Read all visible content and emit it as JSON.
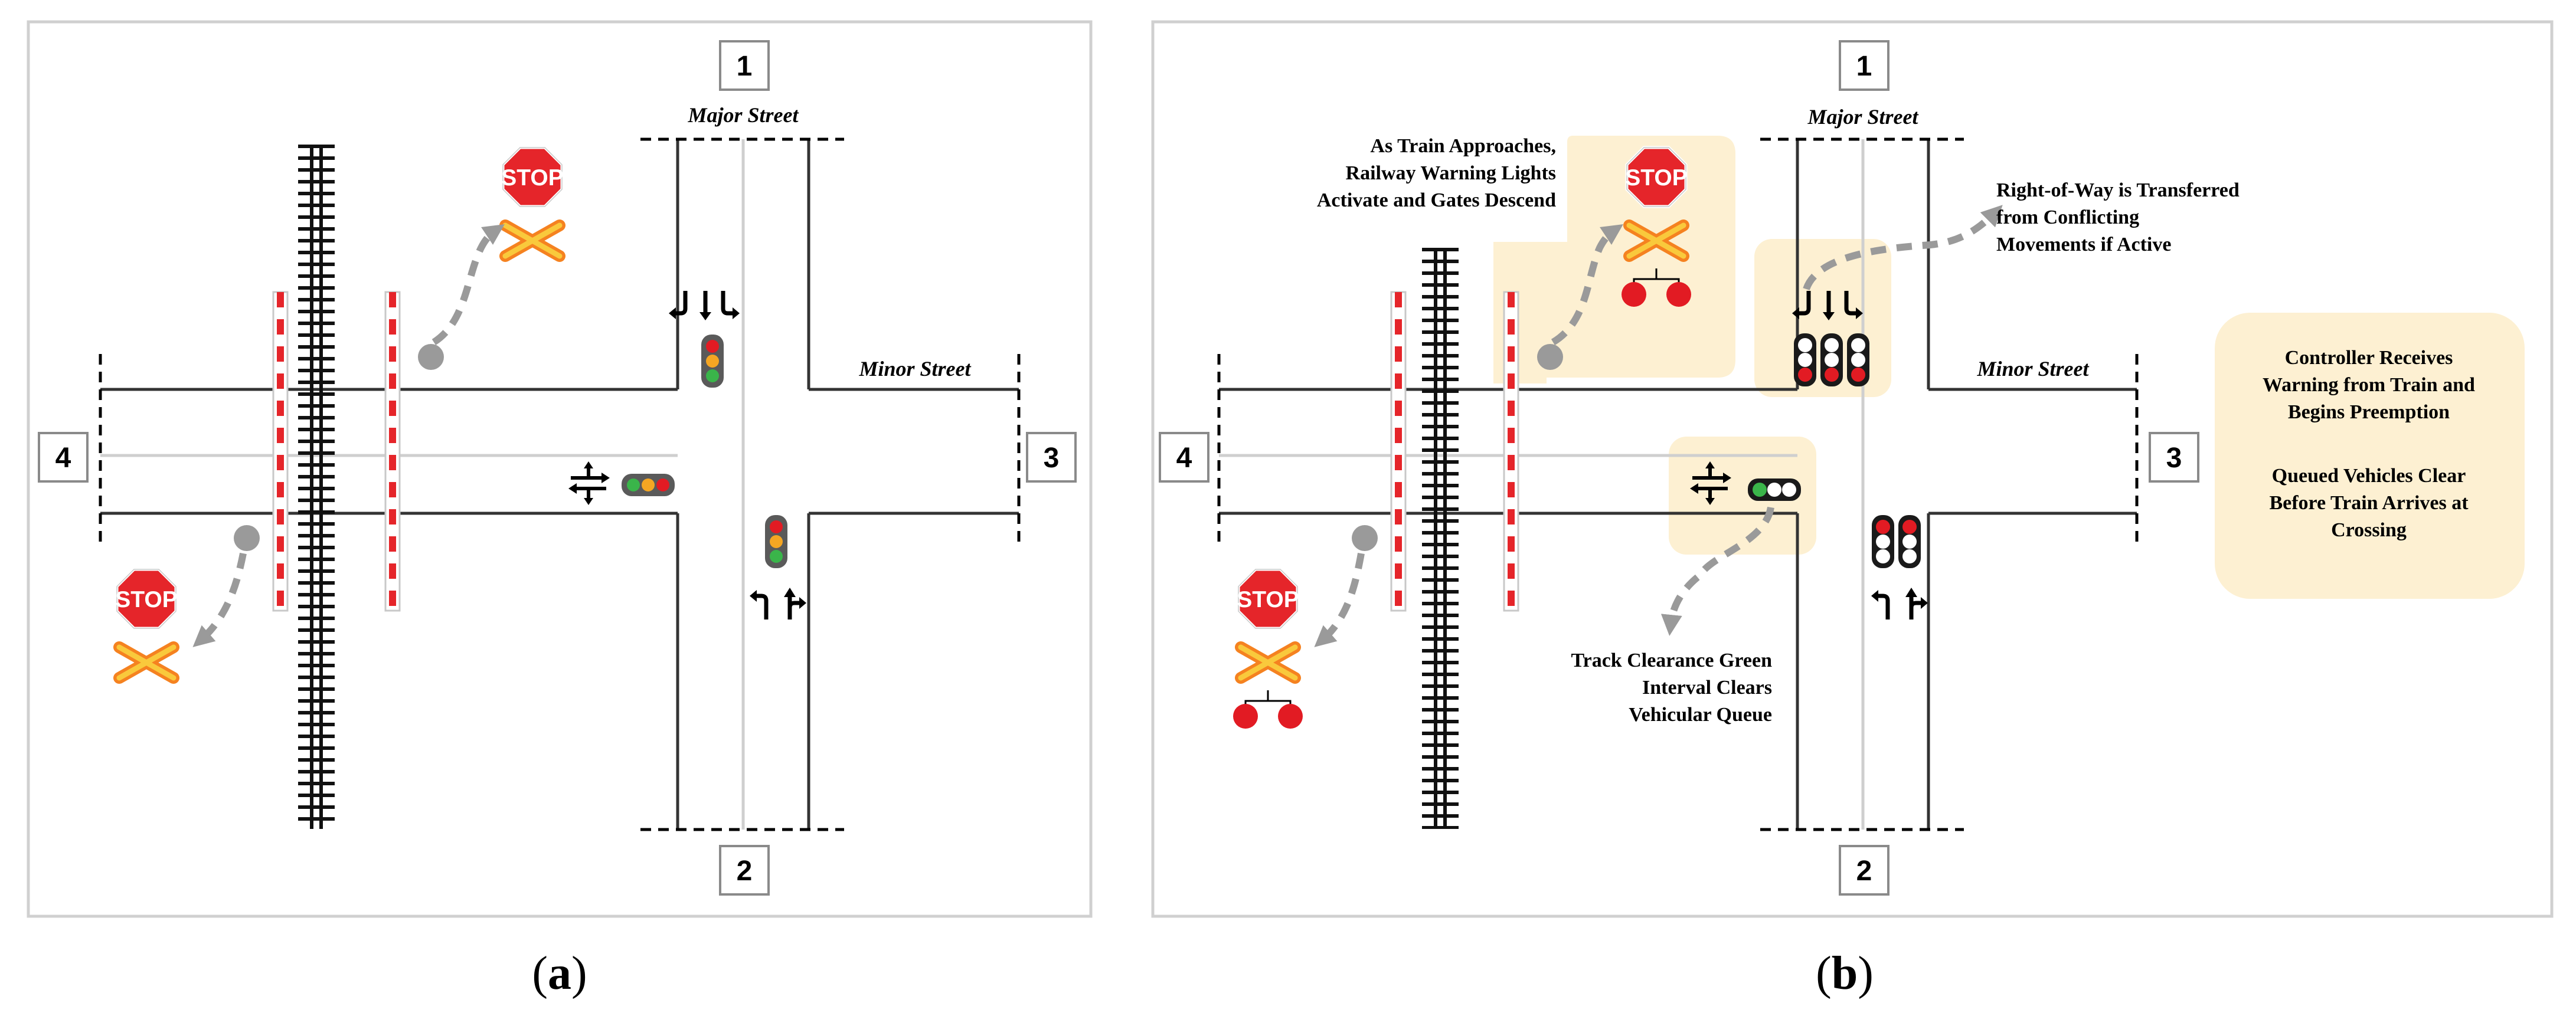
{
  "panels": [
    {
      "id": "a",
      "caption_letter": "a",
      "approach_numbers": [
        "1",
        "2",
        "3",
        "4"
      ],
      "major_street": "Major Street",
      "minor_street": "Minor Street",
      "stop_sign_text": "STOP",
      "annotations": []
    },
    {
      "id": "b",
      "caption_letter": "b",
      "approach_numbers": [
        "1",
        "2",
        "3",
        "4"
      ],
      "major_street": "Major Street",
      "minor_street": "Minor Street",
      "stop_sign_text": "STOP",
      "annotations": [
        [
          "As Train Approaches,",
          "Railway Warning Lights",
          "Activate and Gates Descend"
        ],
        [
          "Right-of-Way is Transferred",
          "from Conflicting",
          "Movements if Active"
        ],
        [
          "Track Clearance Green",
          "Interval Clears",
          "Vehicular Queue"
        ],
        [
          "Controller Receives",
          "Warning from Train and",
          "Begins Preemption"
        ],
        [
          "Queued Vehicles Clear",
          "Before Train Arrives at",
          "Crossing"
        ]
      ]
    }
  ],
  "colors": {
    "highlight": "#fdf0d2",
    "stop_red": "#e5252a",
    "crossbuck_yellow": "#f9c93c",
    "crossbuck_orange": "#f58220",
    "signal_red": "#e21b23",
    "signal_yellow": "#f5a623",
    "signal_green": "#3ab54a",
    "arrow_gray": "#9a9a9a",
    "panel_border": "#d0d0d0"
  }
}
